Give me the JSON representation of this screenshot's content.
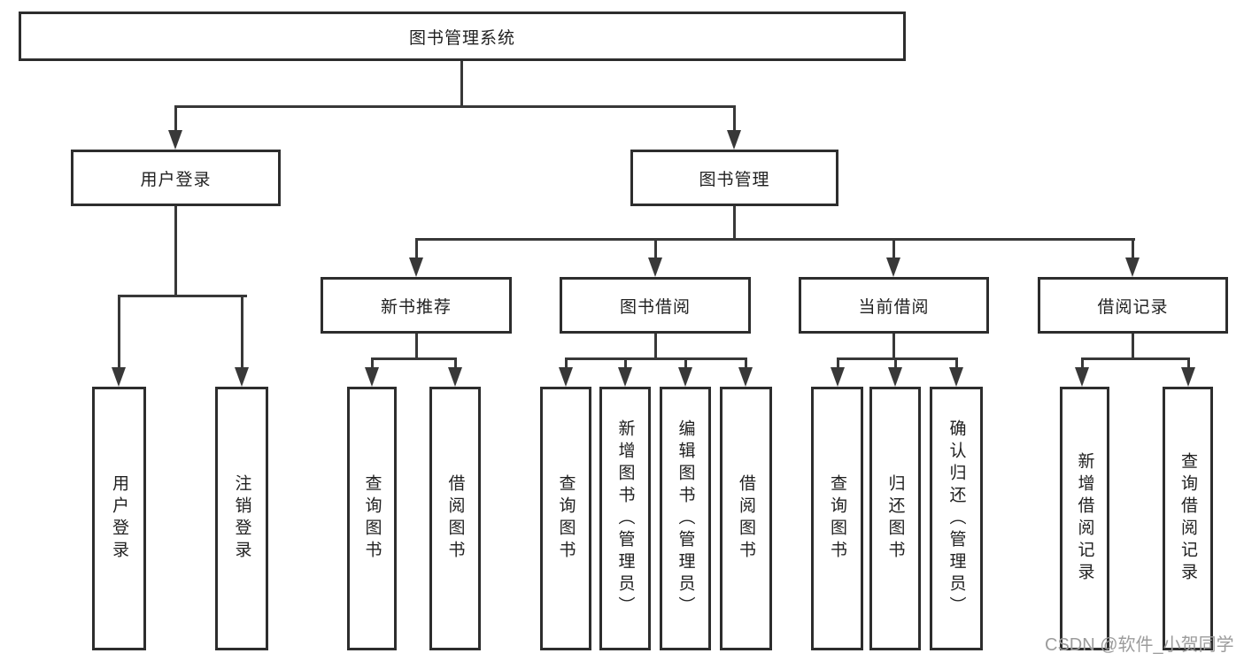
{
  "tree": {
    "root": {
      "label": "图书管理系统"
    },
    "branches": [
      {
        "label": "用户登录",
        "children": [
          {
            "label": "用户登录"
          },
          {
            "label": "注销登录"
          }
        ]
      },
      {
        "label": "图书管理",
        "children": [
          {
            "label": "新书推荐",
            "children": [
              {
                "label": "查询图书"
              },
              {
                "label": "借阅图书"
              }
            ]
          },
          {
            "label": "图书借阅",
            "children": [
              {
                "label": "查询图书"
              },
              {
                "label": "新增图书（管理员）"
              },
              {
                "label": "编辑图书（管理员）"
              },
              {
                "label": "借阅图书"
              }
            ]
          },
          {
            "label": "当前借阅",
            "children": [
              {
                "label": "查询图书"
              },
              {
                "label": "归还图书"
              },
              {
                "label": "确认归还（管理员）"
              }
            ]
          },
          {
            "label": "借阅记录",
            "children": [
              {
                "label": "新增借阅记录"
              },
              {
                "label": "查询借阅记录"
              }
            ]
          }
        ]
      }
    ]
  },
  "watermark": "CSDN @软件_小贺同学",
  "colors": {
    "line": "#383838",
    "border": "#2d2d2d",
    "text": "#212121",
    "watermark": "#9c9c9c",
    "background": "#ffffff"
  }
}
